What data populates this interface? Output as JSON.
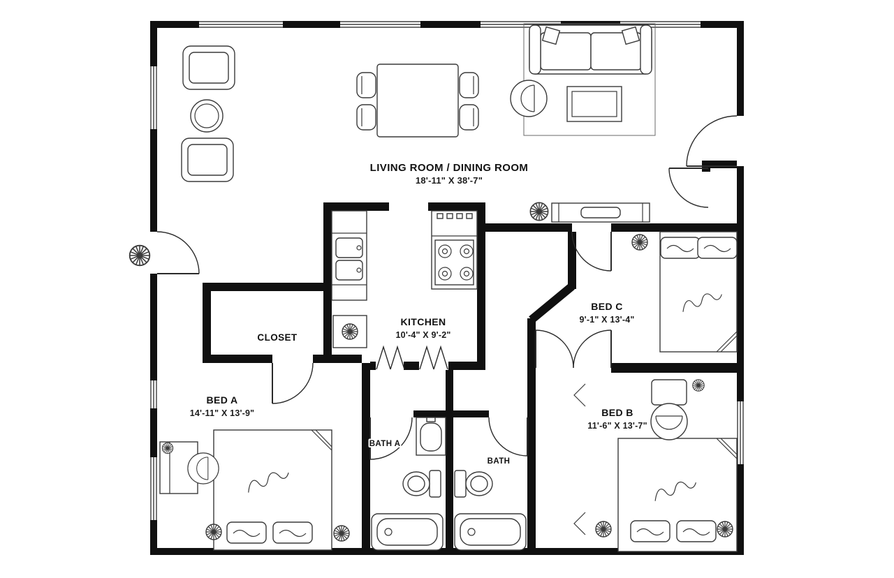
{
  "plan": {
    "rooms": {
      "living": {
        "label": "LIVING ROOM / DINING ROOM",
        "dims": "18'-11\" X 38'-7\""
      },
      "kitchen": {
        "label": "KITCHEN",
        "dims": "10'-4\" X 9'-2\""
      },
      "closet": {
        "label": "CLOSET"
      },
      "bed_a": {
        "label": "BED A",
        "dims": "14'-11\" X 13'-9\""
      },
      "bath_a": {
        "label": "BATH A"
      },
      "bath": {
        "label": "BATH"
      },
      "bed_b": {
        "label": "BED B",
        "dims": "11'-6\" X 13'-7\""
      },
      "bed_c": {
        "label": "BED C",
        "dims": "9'-1\" X 13'-4\""
      }
    },
    "colors": {
      "wall": "#101010",
      "furniture_line": "#3a3a3a",
      "background": "#ffffff"
    }
  }
}
